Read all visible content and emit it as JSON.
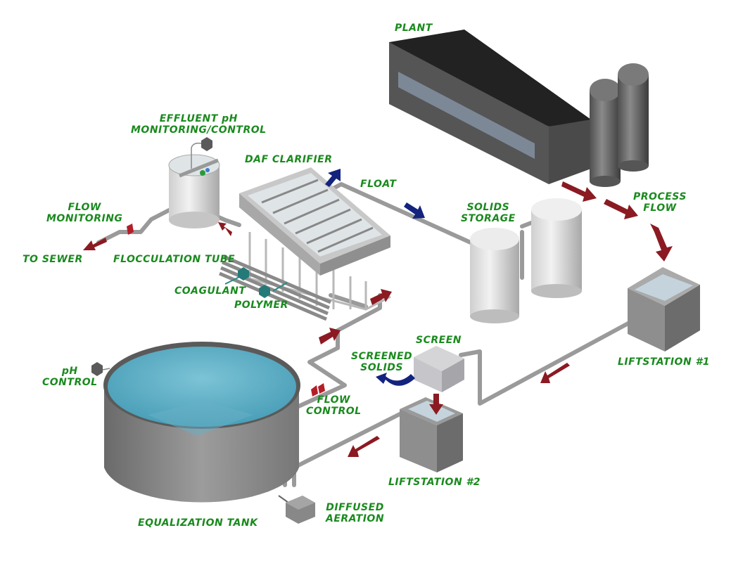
{
  "diagram": {
    "type": "wastewater-treatment-process-flow",
    "colors": {
      "label_text": "#1a8a1e",
      "process_flow_arrow": "#8b1a22",
      "solids_arrow": "#13237e",
      "water": "#5aaec6",
      "equipment_gray": "#8c8c8c",
      "plant_dark": "#2b2b2b"
    },
    "labels": {
      "plant": "PLANT",
      "process_flow": [
        "PROCESS",
        "FLOW"
      ],
      "liftstation1": "LIFTSTATION #1",
      "solids_storage": [
        "SOLIDS",
        "STORAGE"
      ],
      "float": "FLOAT",
      "daf_clarifier": "DAF CLARIFIER",
      "effluent_ph": [
        "EFFLUENT pH",
        "MONITORING/CONTROL"
      ],
      "flow_monitoring": [
        "FLOW",
        "MONITORING"
      ],
      "to_sewer": "TO SEWER",
      "flocculation_tube": "FLOCCULATION TUBE",
      "coagulant": "COAGULANT",
      "polymer": "POLYMER",
      "screen": "SCREEN",
      "screened_solids": [
        "SCREENED",
        "SOLIDS"
      ],
      "ph_control": [
        "pH",
        "CONTROL"
      ],
      "flow_control": [
        "FLOW",
        "CONTROL"
      ],
      "liftstation2": "LIFTSTATION #2",
      "equalization_tank": "EQUALIZATION TANK",
      "diffused_aeration": [
        "DIFFUSED",
        "AERATION"
      ]
    }
  }
}
